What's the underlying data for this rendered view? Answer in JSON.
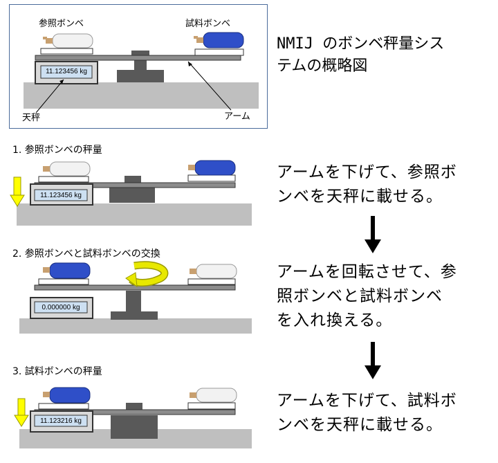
{
  "overview": {
    "ref_cylinder_label": "参照ボンベ",
    "sample_cylinder_label": "試料ボンベ",
    "scale_label": "天秤",
    "arm_label": "アーム",
    "display": "11.123456 kg"
  },
  "title": {
    "line1": "NMIJ のボンベ秤量シス",
    "line2": "テムの概略図"
  },
  "steps": [
    {
      "caption": "1. 参照ボンベの秤量",
      "display": "11.123456 kg",
      "desc_line1": "アームを下げて、参照ボ",
      "desc_line2": "ンベを天秤に載せる。",
      "desc_line3": ""
    },
    {
      "caption": "2. 参照ボンベと試料ボンベの交換",
      "display": "0.000000 kg",
      "desc_line1": "アームを回転させて、参",
      "desc_line2": "照ボンベと試料ボンベ",
      "desc_line3": "を入れ換える。"
    },
    {
      "caption": "3. 試料ボンベの秤量",
      "display": "11.123216 kg",
      "desc_line1": "アームを下げて、試料ボ",
      "desc_line2": "ンベを天秤に載せる。",
      "desc_line3": ""
    }
  ],
  "colors": {
    "ground": "#bfbfbf",
    "arm": "#8c8c8c",
    "pillar": "#595959",
    "scale_screen": "#cde0f2",
    "white_cylinder": "#f2f2f2",
    "blue_cylinder": "#2f4fc8",
    "down_arrow": "#ffff00",
    "rotate_arrow": "#e8e800",
    "frame": "#4a6a9a"
  }
}
